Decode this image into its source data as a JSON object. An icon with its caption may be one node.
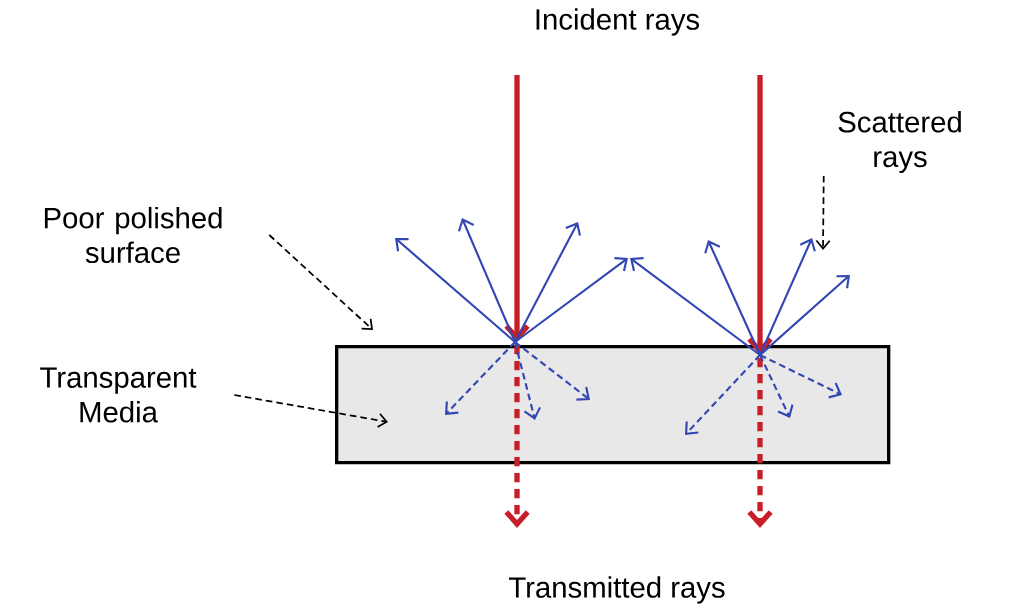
{
  "diagram": {
    "nodes": [
      {
        "text": [
          "Poor polished surface"
        ]
      },
      {
        "text": [
          "Transparent Media"
        ]
      },
      {
        "text": [
          "Scattered rays"
        ]
      },
      {
        "text": [],
        "shape": "box"
      }
    ],
    "edges": [
      {
        "from": 0,
        "to": 3,
        "arrow": "to",
        "style": "dashed"
      },
      {
        "from": 1,
        "to": 3,
        "arrow": "to",
        "style": "dashed"
      },
      {
        "from": 2,
        "to": null,
        "arrow": "to",
        "style": "dashed"
      }
    ],
    "labels": [
      "Incident rays",
      "Transmitted rays"
    ]
  }
}
